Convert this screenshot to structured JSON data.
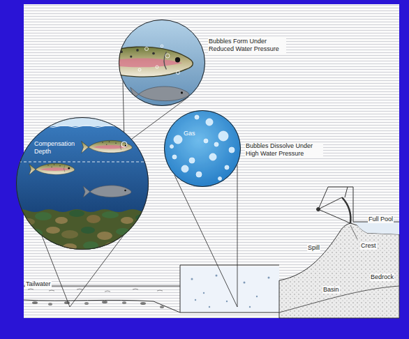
{
  "diagram": {
    "nodes": [
      {
        "text": [
          "Bubbles Form Under Reduced Water Pressure"
        ]
      },
      {
        "text": [
          "Compensation Depth"
        ]
      },
      {
        "text": [
          "Gas",
          "Bubbles Dissolve Under High Water Pressure"
        ]
      }
    ],
    "labels": [
      "Full Pool",
      "Crest",
      "Spill",
      "Basin",
      "Bedrock",
      "Tailwater"
    ]
  }
}
